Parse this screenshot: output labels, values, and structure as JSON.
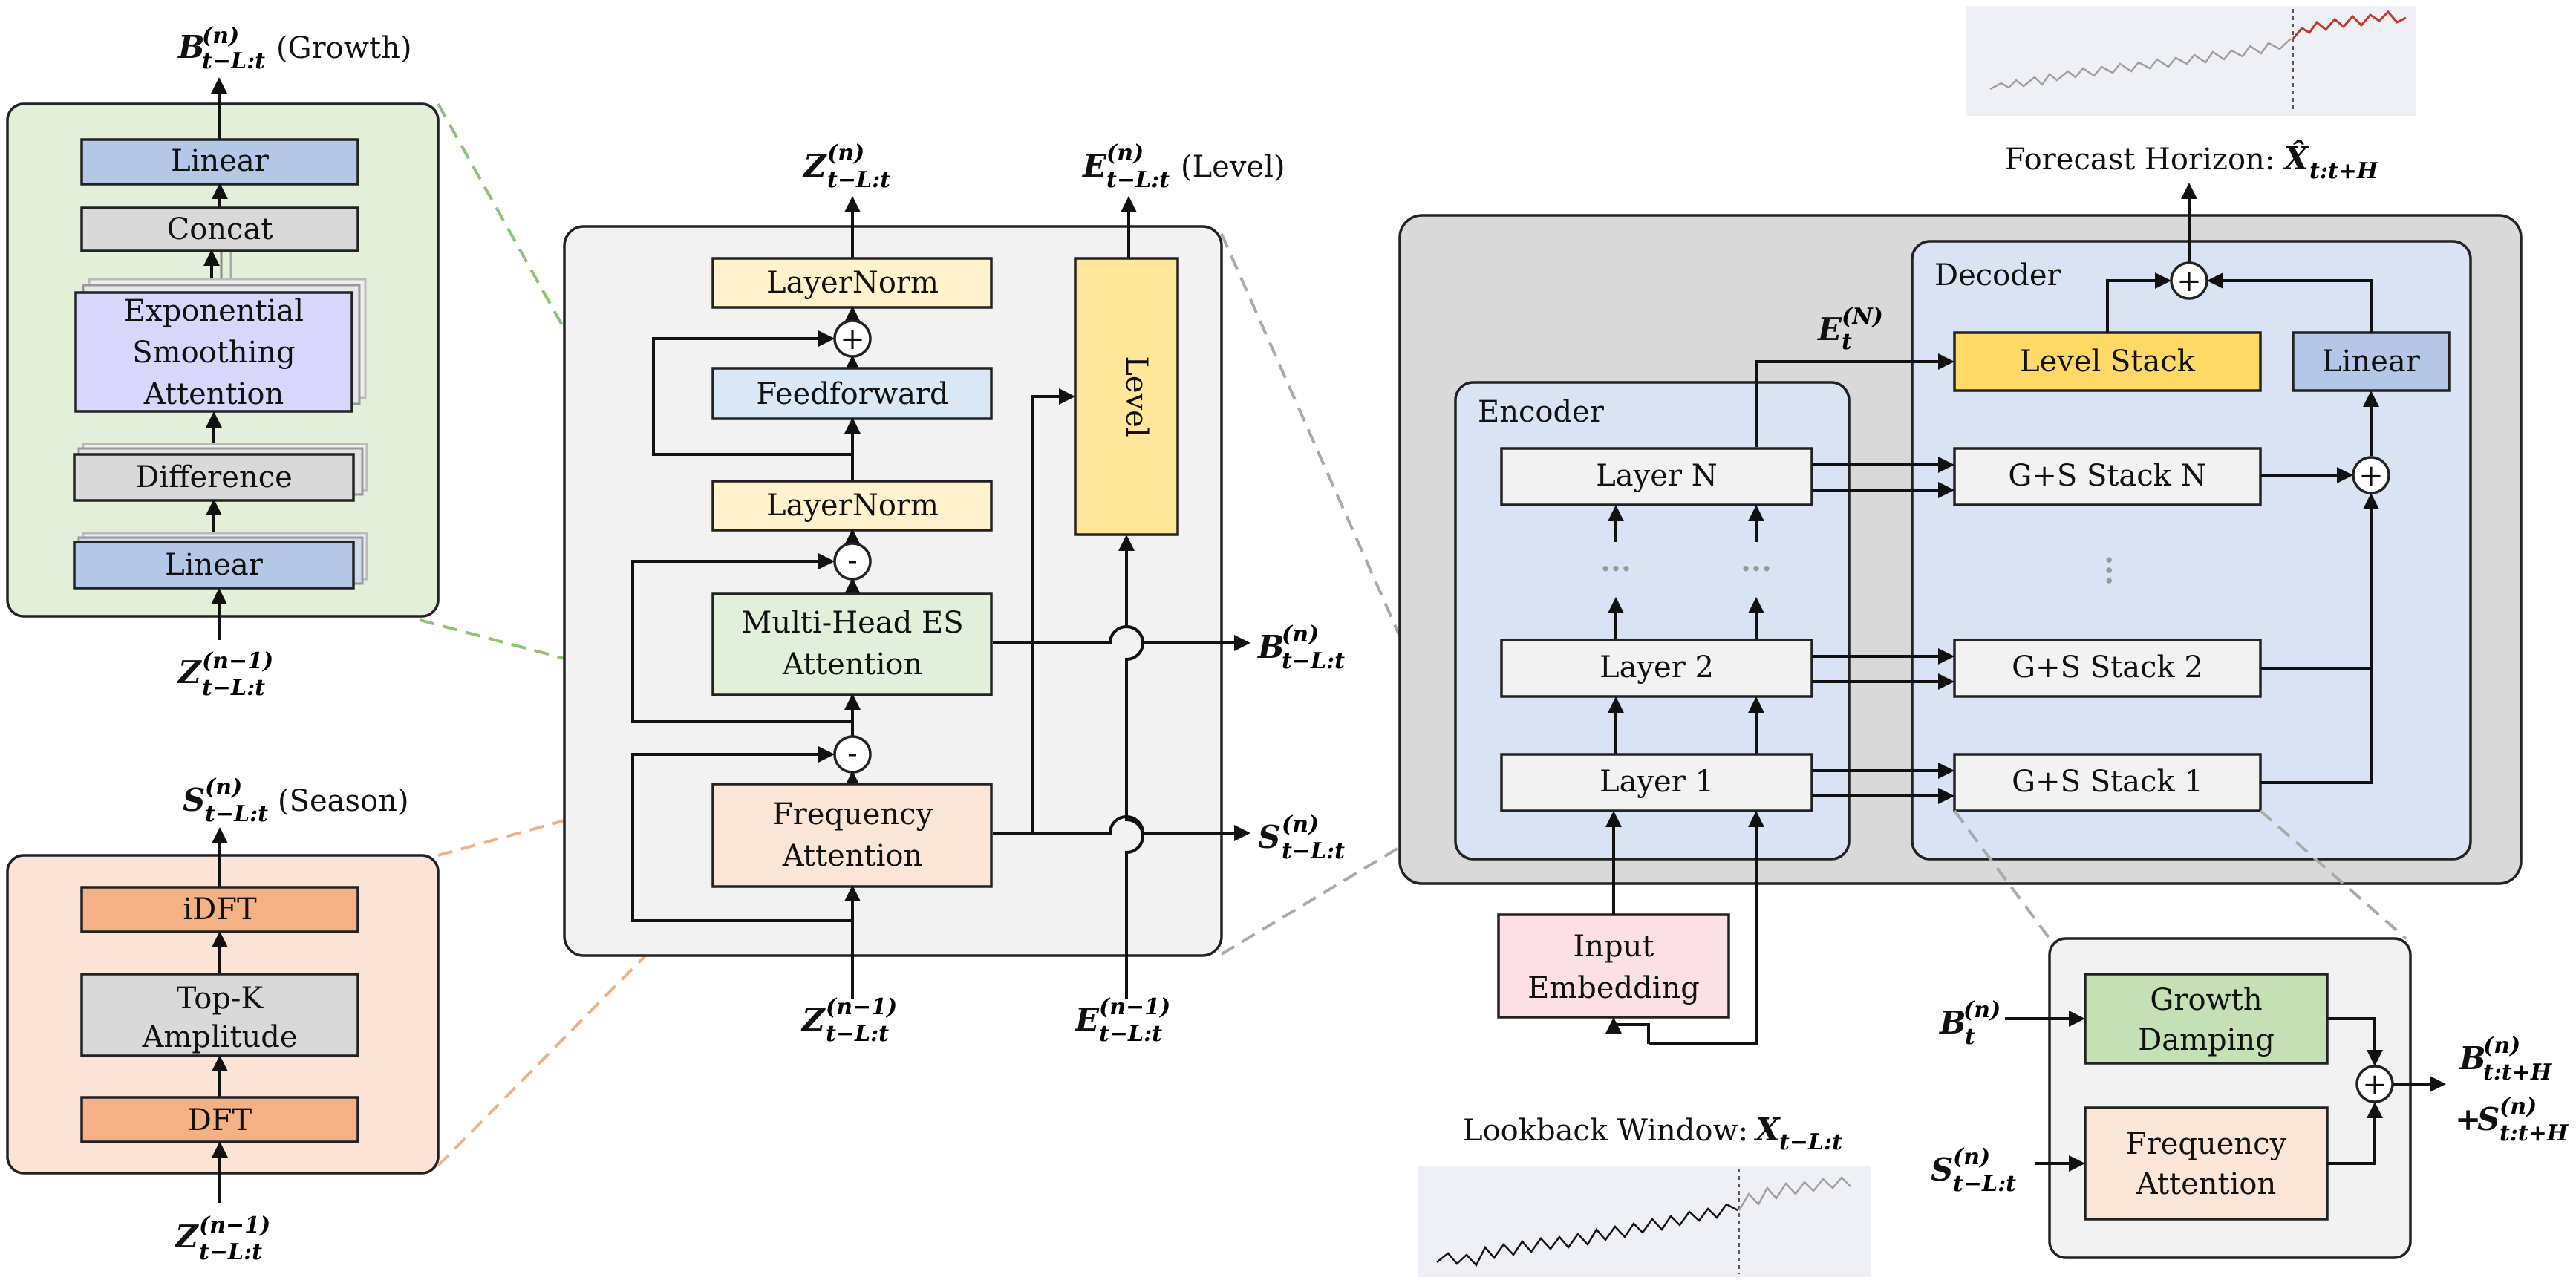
{
  "growth_panel": {
    "output_symbol": "B",
    "output_super": "(n)",
    "output_sub": "t−L:t",
    "output_note": "(Growth)",
    "linear_top": "Linear",
    "concat": "Concat",
    "es_line1": "Exponential",
    "es_line2": "Smoothing",
    "es_line3": "Attention",
    "difference": "Difference",
    "linear_bottom": "Linear",
    "input_symbol": "Z",
    "input_super": "(n−1)",
    "input_sub": "t−L:t"
  },
  "season_panel": {
    "output_symbol": "S",
    "output_super": "(n)",
    "output_sub": "t−L:t",
    "output_note": "(Season)",
    "idft": "iDFT",
    "topk_line1": "Top-K",
    "topk_line2": "Amplitude",
    "dft": "DFT",
    "input_symbol": "Z",
    "input_super": "(n−1)",
    "input_sub": "t−L:t"
  },
  "encoder_layer": {
    "out_z_symbol": "Z",
    "out_z_super": "(n)",
    "out_z_sub": "t−L:t",
    "out_e_symbol": "E",
    "out_e_super": "(n)",
    "out_e_sub": "t−L:t",
    "out_e_note": "(Level)",
    "layernorm_top": "LayerNorm",
    "feedforward": "Feedforward",
    "layernorm_bottom": "LayerNorm",
    "mhes_line1": "Multi-Head ES",
    "mhes_line2": "Attention",
    "freq_line1": "Frequency",
    "freq_line2": "Attention",
    "level": "Level",
    "plus": "+",
    "minus": "-",
    "side_b_symbol": "B",
    "side_b_super": "(n)",
    "side_b_sub": "t−L:t",
    "side_s_symbol": "S",
    "side_s_super": "(n)",
    "side_s_sub": "t−L:t",
    "in_z_symbol": "Z",
    "in_z_super": "(n−1)",
    "in_z_sub": "t−L:t",
    "in_e_symbol": "E",
    "in_e_super": "(n−1)",
    "in_e_sub": "t−L:t"
  },
  "architecture": {
    "forecast_label": "Forecast Horizon: ",
    "forecast_symbol": "X̂",
    "forecast_sub": "t:t+H",
    "decoder_title": "Decoder",
    "encoder_title": "Encoder",
    "level_stack": "Level Stack",
    "linear": "Linear",
    "e_symbol": "E",
    "e_super": "(N)",
    "e_sub": "t",
    "layer_n": "Layer N",
    "layer_2": "Layer 2",
    "layer_1": "Layer 1",
    "ellipsis": "···",
    "gs_n": "G+S Stack N",
    "gs_2": "G+S Stack 2",
    "gs_1": "G+S Stack 1",
    "input_line1": "Input",
    "input_line2": "Embedding",
    "lookback_label": "Lookback Window: ",
    "lookback_symbol": "X",
    "lookback_sub": "t−L:t"
  },
  "gs_stack_detail": {
    "growth_line1": "Growth",
    "growth_line2": "Damping",
    "freq_line1": "Frequency",
    "freq_line2": "Attention",
    "b_symbol": "B",
    "b_super": "(n)",
    "b_sub": "t",
    "s_symbol": "S",
    "s_super": "(n)",
    "s_sub": "t−L:t",
    "out_b_symbol": "B",
    "out_b_super": "(n)",
    "out_b_sub": "t:t+H",
    "out_s_prefix": "+",
    "out_s_symbol": "S",
    "out_s_super": "(n)",
    "out_s_sub": "t:t+H"
  },
  "colors": {
    "green_panel": "#e4efd9",
    "orange_panel": "#fbe4d6",
    "linear_blue": "#b4c7e7",
    "concat_gray": "#d9d9d9",
    "es_lavender": "#d9d6fb",
    "layernorm_yellow": "#fff2cc",
    "feedforward_blue": "#dae8f5",
    "mhes_green": "#e2efda",
    "freq_peach": "#fbe5d6",
    "level_yellow": "#ffe699",
    "level_stack_gold": "#ffd966",
    "dft_orange": "#f4b183",
    "input_pink": "#fde0e6",
    "growth_green": "#c5e0b4",
    "outer_gray": "#d9d9d9",
    "inner_blue": "#dae3f3",
    "forecast_red": "#c0392b"
  }
}
